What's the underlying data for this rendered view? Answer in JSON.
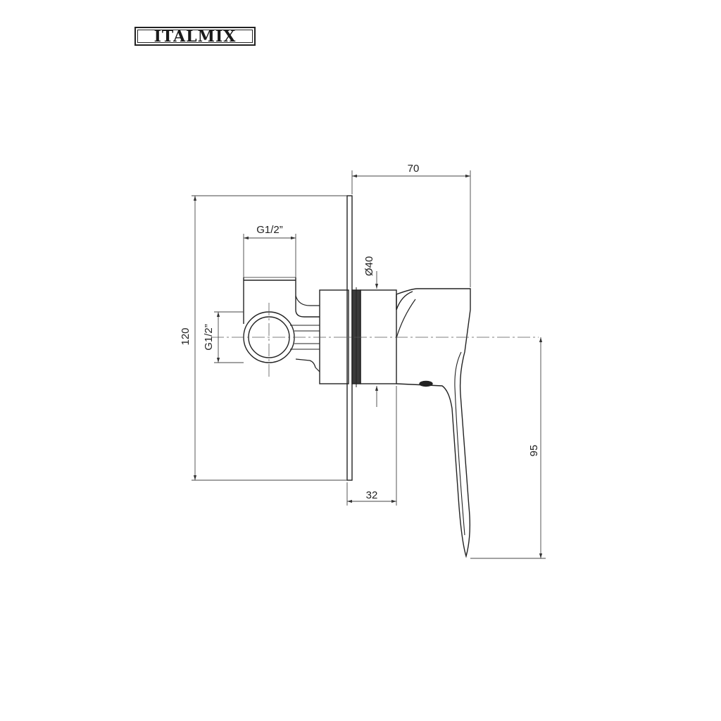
{
  "brand": {
    "logo_text": "ITALMIX"
  },
  "dimensions": {
    "width_total": "70",
    "height_total": "120",
    "inlet_horizontal": "G1/2”",
    "inlet_vertical": "G1/2”",
    "sleeve_diameter": "Ø40",
    "depth_body": "32",
    "lever_drop": "95"
  },
  "colors": {
    "line": "#222222",
    "dim_line": "#444444"
  }
}
